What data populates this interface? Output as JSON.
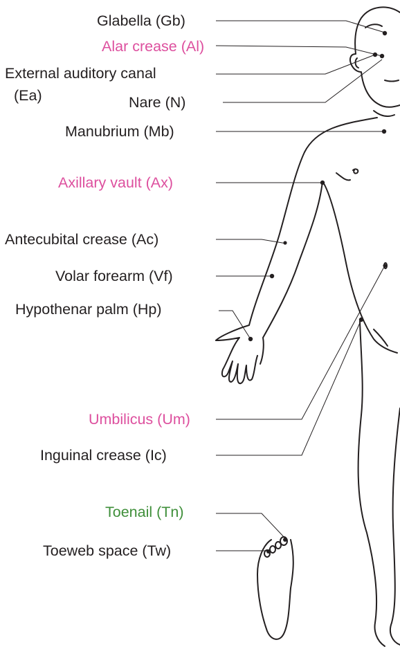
{
  "labels": {
    "glabella": "Glabella (Gb)",
    "alar_crease": "Alar crease (Al)",
    "external_auditory_canal_line1": "External auditory canal",
    "external_auditory_canal_line2": "(Ea)",
    "nare": "Nare (N)",
    "manubrium": "Manubrium (Mb)",
    "axillary_vault": "Axillary vault (Ax)",
    "antecubital_crease": "Antecubital crease (Ac)",
    "volar_forearm": "Volar forearm (Vf)",
    "hypothenar_palm": "Hypothenar palm (Hp)",
    "umbilicus": "Umbilicus (Um)",
    "inguinal_crease": "Inguinal crease (Ic)",
    "toenail": "Toenail (Tn)",
    "toeweb_space": "Toeweb space (Tw)"
  },
  "colors": {
    "text": "#231f20",
    "highlight_pink": "#dd4f9e",
    "highlight_green": "#3f8f3a"
  }
}
